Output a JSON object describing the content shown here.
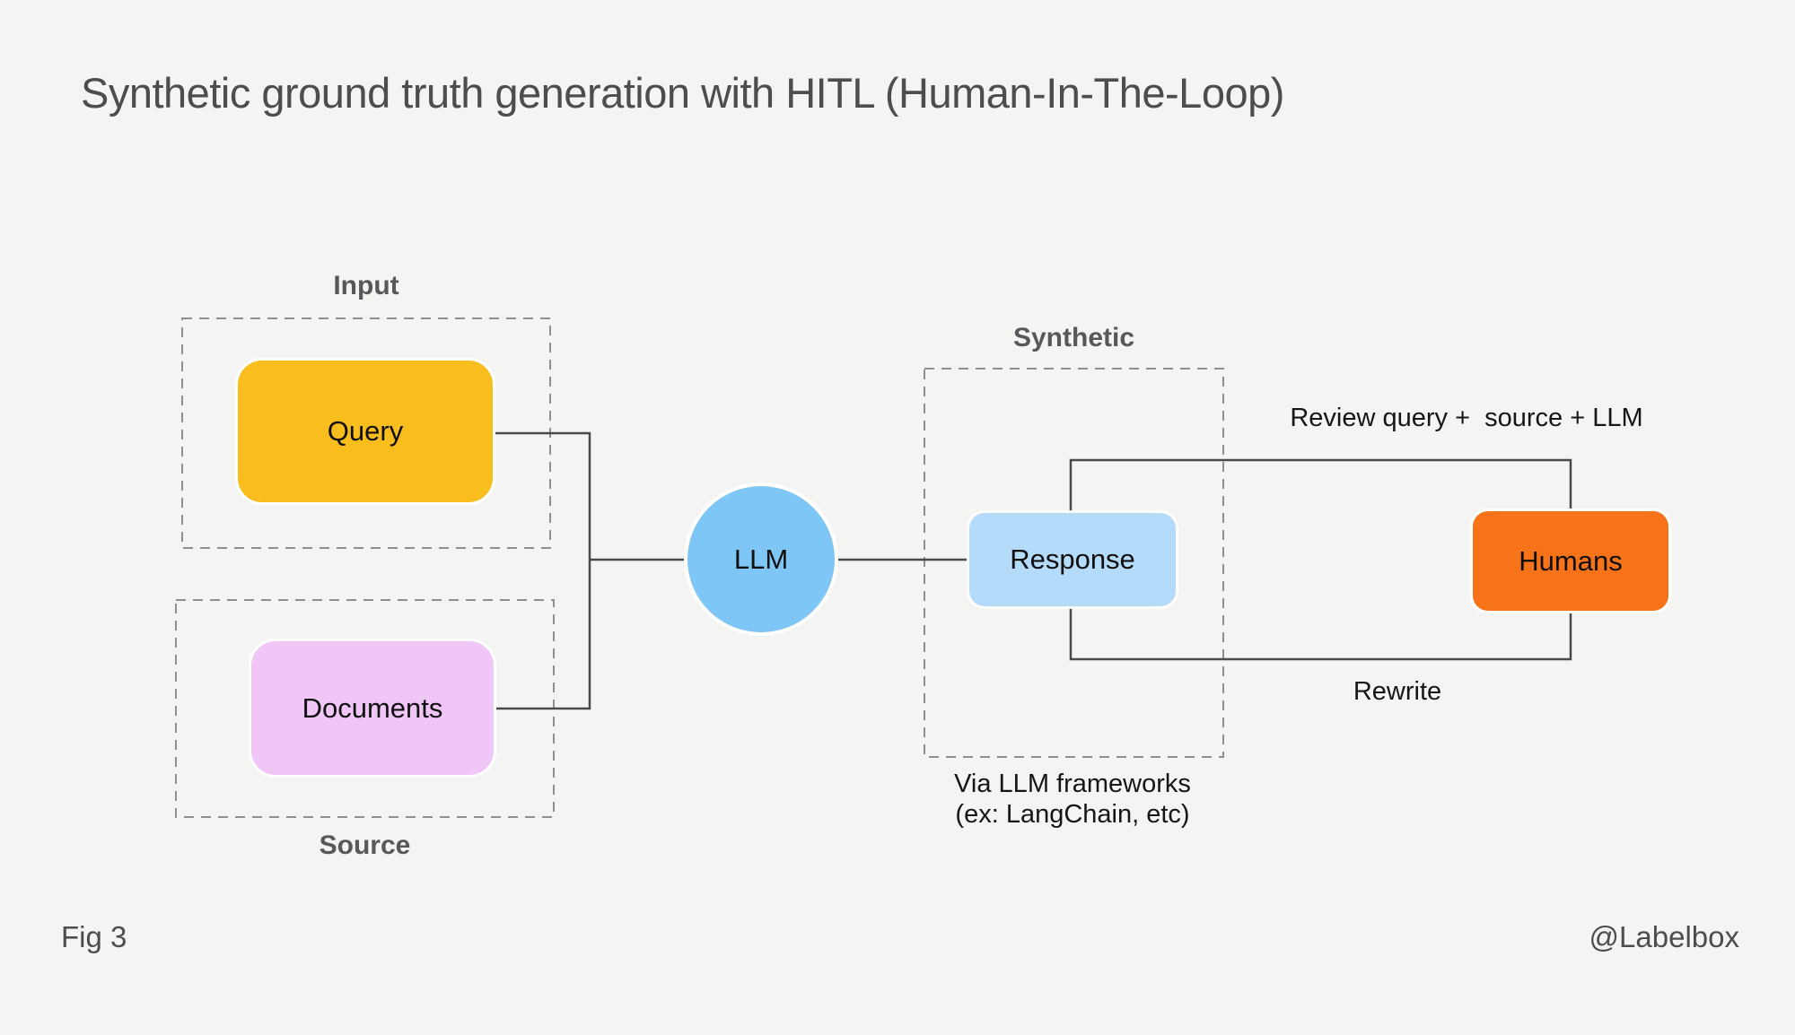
{
  "title": "Synthetic ground truth generation with HITL (Human-In-The-Loop)",
  "groups": {
    "input": {
      "label": "Input"
    },
    "source": {
      "label": "Source"
    },
    "synthetic": {
      "label": "Synthetic"
    }
  },
  "nodes": {
    "query": {
      "label": "Query",
      "color": "#F9BD1D"
    },
    "documents": {
      "label": "Documents",
      "color": "#F0C6F7"
    },
    "llm": {
      "label": "LLM",
      "color": "#7EC6F6"
    },
    "response": {
      "label": "Response",
      "color": "#B5DBFA"
    },
    "humans": {
      "label": "Humans",
      "color": "#F7731A"
    }
  },
  "edges": {
    "review_label": "Review query +  source + LLM",
    "rewrite_label": "Rewrite",
    "frameworks_note_line1": "Via LLM frameworks",
    "frameworks_note_line2": "(ex: LangChain, etc)"
  },
  "footer": {
    "fig_label": "Fig 3",
    "credit": "@Labelbox"
  },
  "colors": {
    "background": "#F4F4F3",
    "solid_line": "#4A4A4A",
    "dashed_border": "#8F8F8F",
    "heading_text": "#4D4D4D",
    "group_label_text": "#58585A",
    "note_text": "#161616"
  }
}
